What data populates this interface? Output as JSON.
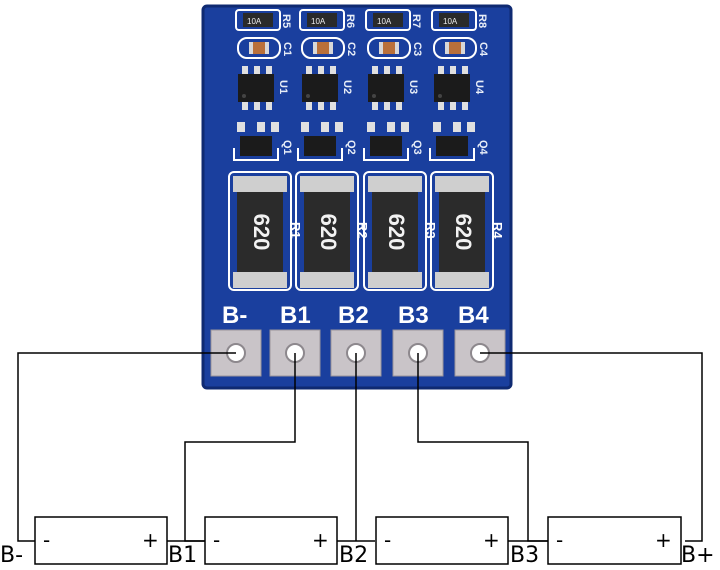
{
  "board": {
    "pad_labels": [
      "B-",
      "B1",
      "B2",
      "B3",
      "B4"
    ],
    "resistors": [
      {
        "ref": "R1",
        "value": "620"
      },
      {
        "ref": "R2",
        "value": "620"
      },
      {
        "ref": "R3",
        "value": "620"
      },
      {
        "ref": "R4",
        "value": "620"
      }
    ],
    "mosfets": [
      "Q1",
      "Q2",
      "Q3",
      "Q4"
    ],
    "ics": [
      "U1",
      "U2",
      "U3",
      "U4"
    ],
    "capacitors": [
      "C1",
      "C2",
      "C3",
      "C4"
    ],
    "small_resistors": [
      "R5",
      "R6",
      "R7",
      "R8"
    ],
    "small_resistor_code": "10A",
    "colors": {
      "pcb": "#1a3f9e",
      "pcb_dark": "#0f2a72",
      "pad": "#c9c4c8",
      "resistor_body": "#2b2b2b",
      "silkscreen": "#ffffff"
    }
  },
  "cells": [
    {
      "minus": "-",
      "plus": "+"
    },
    {
      "minus": "-",
      "plus": "+"
    },
    {
      "minus": "-",
      "plus": "+"
    },
    {
      "minus": "-",
      "plus": "+"
    }
  ],
  "wire_labels": [
    "B-",
    "B1",
    "B2",
    "B3",
    "B+"
  ]
}
